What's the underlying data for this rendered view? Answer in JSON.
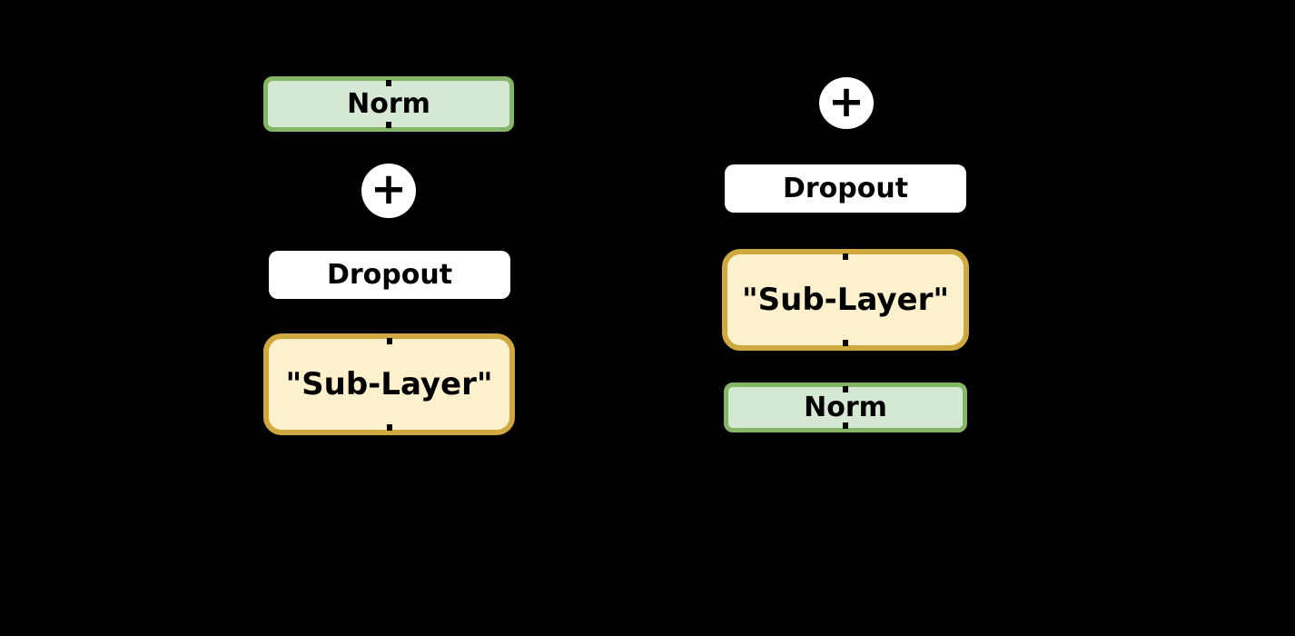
{
  "canvas": {
    "background": "#000000"
  },
  "colors": {
    "green_fill": "#d5e8d4",
    "green_border": "#85b567",
    "yellow_fill": "#fcf1cc",
    "yellow_border": "#cfa940",
    "node_fill_white": "#ffffff",
    "text": "#000000",
    "bg": "#000000"
  },
  "diagram": {
    "left": {
      "norm": "Norm",
      "plus": "+",
      "dropout": "Dropout",
      "sublayer": "\"Sub-Layer\""
    },
    "right": {
      "plus": "+",
      "dropout": "Dropout",
      "sublayer": "\"Sub-Layer\"",
      "norm": "Norm"
    }
  }
}
